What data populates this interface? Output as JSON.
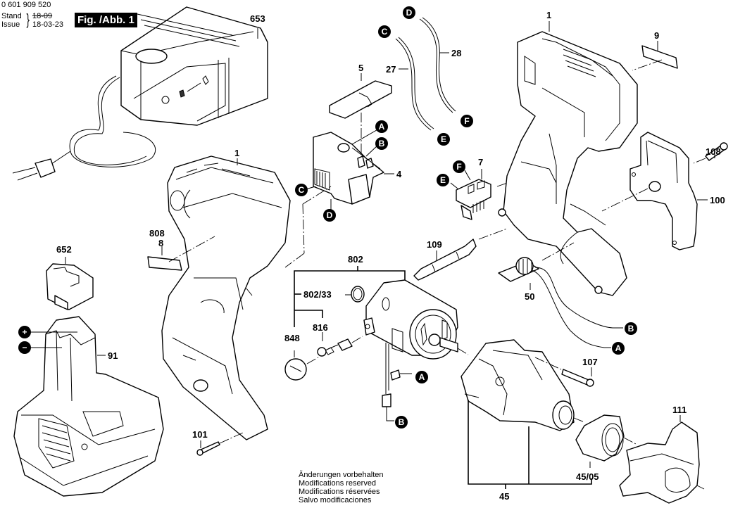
{
  "header": {
    "doc_number": "0 601 909 520",
    "stand_label": "Stand",
    "issue_label": "Issue",
    "stand_date": "18-09",
    "issue_date": "18-03-23",
    "figure_title": "Fig. /Abb. 1"
  },
  "callouts": {
    "charger": "653",
    "housing_left": "1",
    "housing_right": "1",
    "nameplate_left_a": "808",
    "nameplate_left_b": "8",
    "nameplate_right": "9",
    "battery_cap": "652",
    "battery": "91",
    "screw_101": "101",
    "switch_actuator": "5",
    "switch": "4",
    "wire_27": "27",
    "wire_28": "28",
    "terminal_block": "7",
    "screw_108": "108",
    "belt_clip": "100",
    "bit": "109",
    "led_board": "50",
    "motor": "802",
    "ring": "802/33",
    "brush_holder": "816",
    "brush_cap": "848",
    "screw_107": "107",
    "gear_head": "45",
    "gear_cap": "45/05",
    "nose_cover": "111"
  },
  "markers": {
    "A": "A",
    "B": "B",
    "C": "C",
    "D": "D",
    "E": "E",
    "F": "F",
    "plus": "+",
    "minus": "−"
  },
  "footer": {
    "lines": [
      "Änderungen vorbehalten",
      "Modifications reserved",
      "Modifications réservées",
      "Salvo modificaciones"
    ]
  }
}
